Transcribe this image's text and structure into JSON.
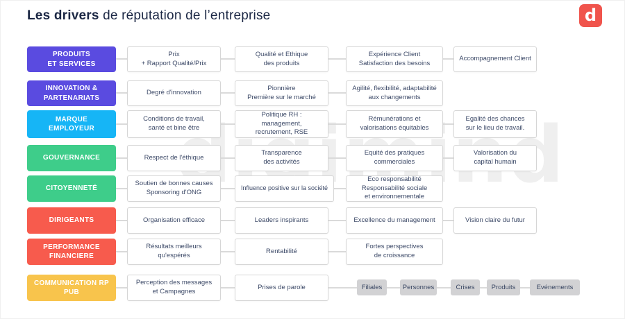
{
  "title": {
    "bold": "Les drivers",
    "rest": " de réputation de l’entreprise"
  },
  "logo": {
    "glyph": "d",
    "color": "#f0544c"
  },
  "watermark": "digimind",
  "colors": {
    "purple": "#5a4be0",
    "cyan": "#16b5f6",
    "green": "#3ecd8a",
    "coral": "#f75b4d",
    "yellow": "#f8c44c",
    "connector": "#dadada",
    "box_text": "#3d4a68",
    "title_text": "#1c2845"
  },
  "rows": [
    {
      "label": "PRODUITS\nET SERVICES",
      "boxes": [
        "Prix\n+ Rapport Qualité/Prix",
        "Qualité et Ethique\ndes produits",
        "Expérience Client\nSatisfaction des besoins",
        "Accompagnement Client"
      ]
    },
    {
      "label": "INNOVATION &\nPARTENARIATS",
      "boxes": [
        "Degré d'innovation",
        "Pionnière\nPremière sur le marché",
        "Agilité, flexibilité, adaptabilité\naux changements"
      ]
    },
    {
      "label": "MARQUE\nEMPLOYEUR",
      "boxes": [
        "Conditions de travail,\nsanté et bine être",
        "Politique RH :\nmanagement,\nrecrutement, RSE",
        "Rémunérations et\nvalorisations équitables",
        "Egalité des chances\nsur le lieu de travail."
      ]
    },
    {
      "label": "GOUVERNANCE",
      "boxes": [
        "Respect de l'éthique",
        "Transparence\ndes activités",
        "Equité des pratiques\ncommerciales",
        "Valorisation du\ncapital humain"
      ]
    },
    {
      "label": "CITOYENNETÉ",
      "boxes": [
        "Soutien de bonnes causes\nSponsoring d'ONG",
        "Influence positive sur la société",
        "Eco responsabilité\nResponsabilité sociale\net environnementale"
      ]
    },
    {
      "label": "DIRIGEANTS",
      "boxes": [
        "Organisation efficace",
        "Leaders inspirants",
        "Excellence du management",
        "Vision claire du futur"
      ]
    },
    {
      "label": "PERFORMANCE\nFINANCIERE",
      "boxes": [
        "Résultats meilleurs\nqu'espérés",
        "Rentabilité",
        "Fortes perspectives\nde croissance"
      ]
    },
    {
      "label": "COMMUNICATION RP\nPUB",
      "boxes": [
        "Perception des messages\net Campagnes",
        "Prises de parole"
      ]
    }
  ],
  "chips": [
    "Filiales",
    "Personnes",
    "Crises",
    "Produits",
    "Evénements"
  ]
}
